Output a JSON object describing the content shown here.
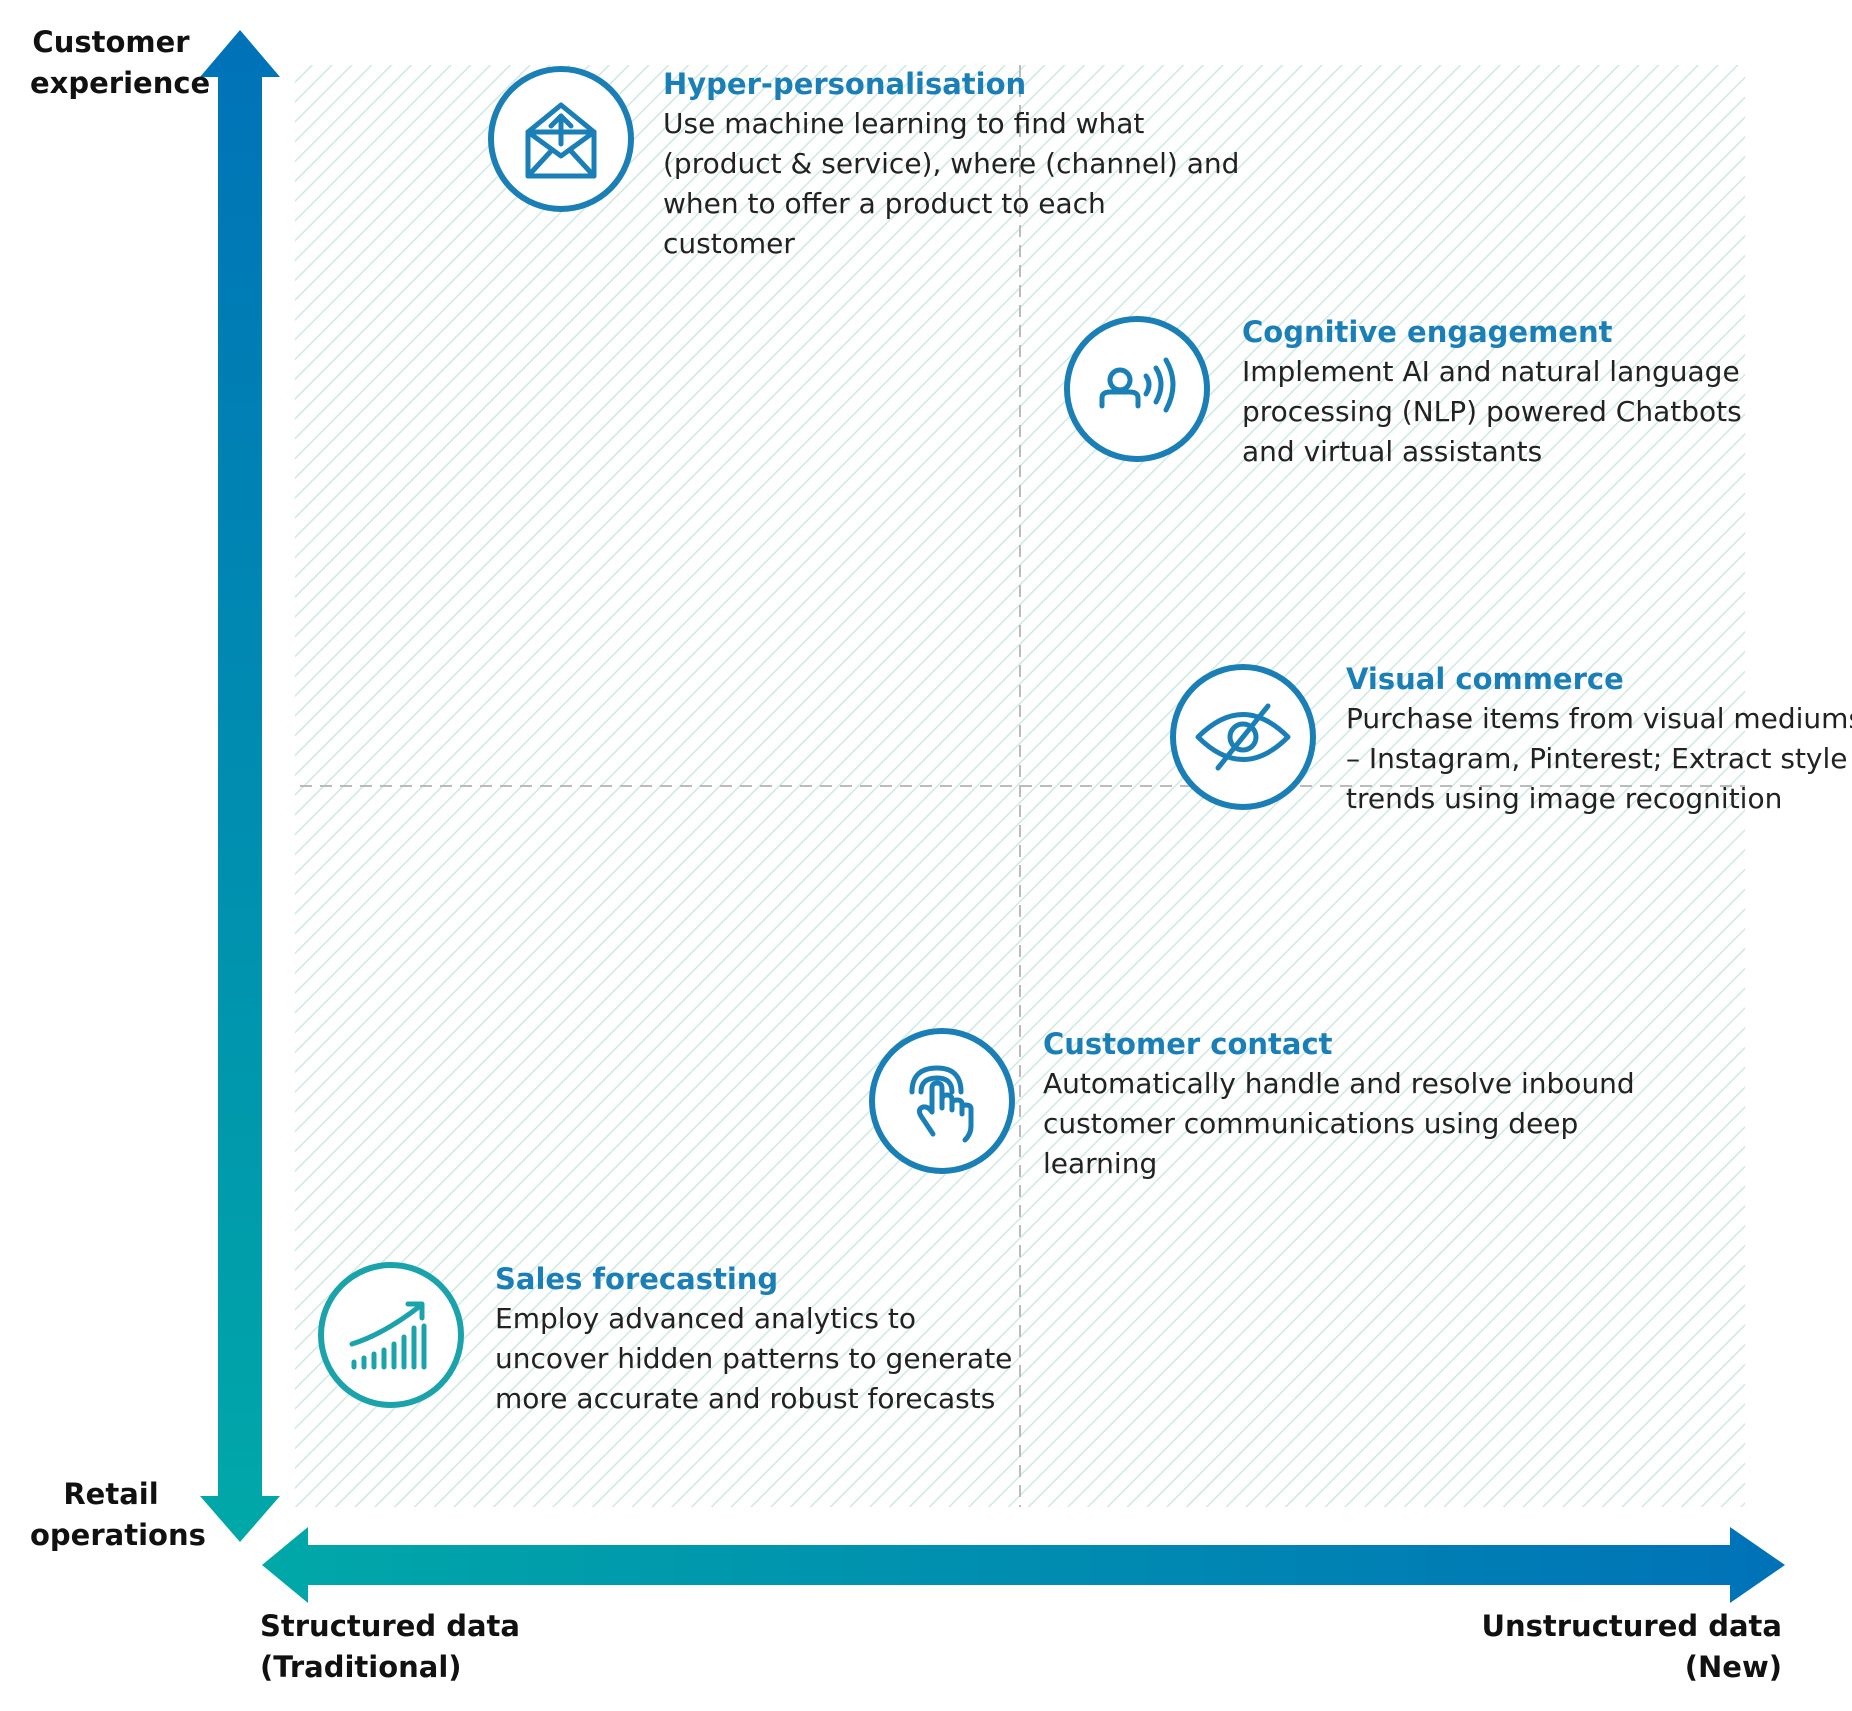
{
  "axes": {
    "y_top": [
      "Customer",
      "experience"
    ],
    "y_bottom": [
      "Retail",
      "operations"
    ],
    "x_left": [
      "Structured data",
      "(Traditional)"
    ],
    "x_right": [
      "Unstructured data",
      "(New)"
    ]
  },
  "colors": {
    "blue": "#0072b8",
    "teal": "#00a8a8",
    "title_blue": "#1a7fb6",
    "hatch": "#cfe9e2",
    "divider": "#bbbbbb"
  },
  "items": [
    {
      "icon": "envelope-upload-icon",
      "title": "Hyper-personalisation",
      "lines": [
        "Use machine learning to find what",
        "(product & service), where (channel) and",
        "when to offer a product to each",
        "customer"
      ]
    },
    {
      "icon": "voice-assistant-icon",
      "title": "Cognitive engagement",
      "lines": [
        "Implement AI and natural language",
        "processing (NLP) powered Chatbots",
        "and virtual assistants"
      ]
    },
    {
      "icon": "eye-slash-icon",
      "title": "Visual commerce",
      "lines": [
        "Purchase items from visual mediums",
        "– Instagram, Pinterest; Extract style",
        "trends using image recognition"
      ]
    },
    {
      "icon": "touch-hand-icon",
      "title": "Customer contact",
      "lines": [
        "Automatically handle and resolve inbound",
        "customer communications using deep",
        "learning"
      ]
    },
    {
      "icon": "growth-chart-icon",
      "title": "Sales forecasting",
      "lines": [
        "Employ advanced analytics to",
        "uncover hidden patterns to generate",
        "more accurate and robust forecasts"
      ]
    }
  ]
}
